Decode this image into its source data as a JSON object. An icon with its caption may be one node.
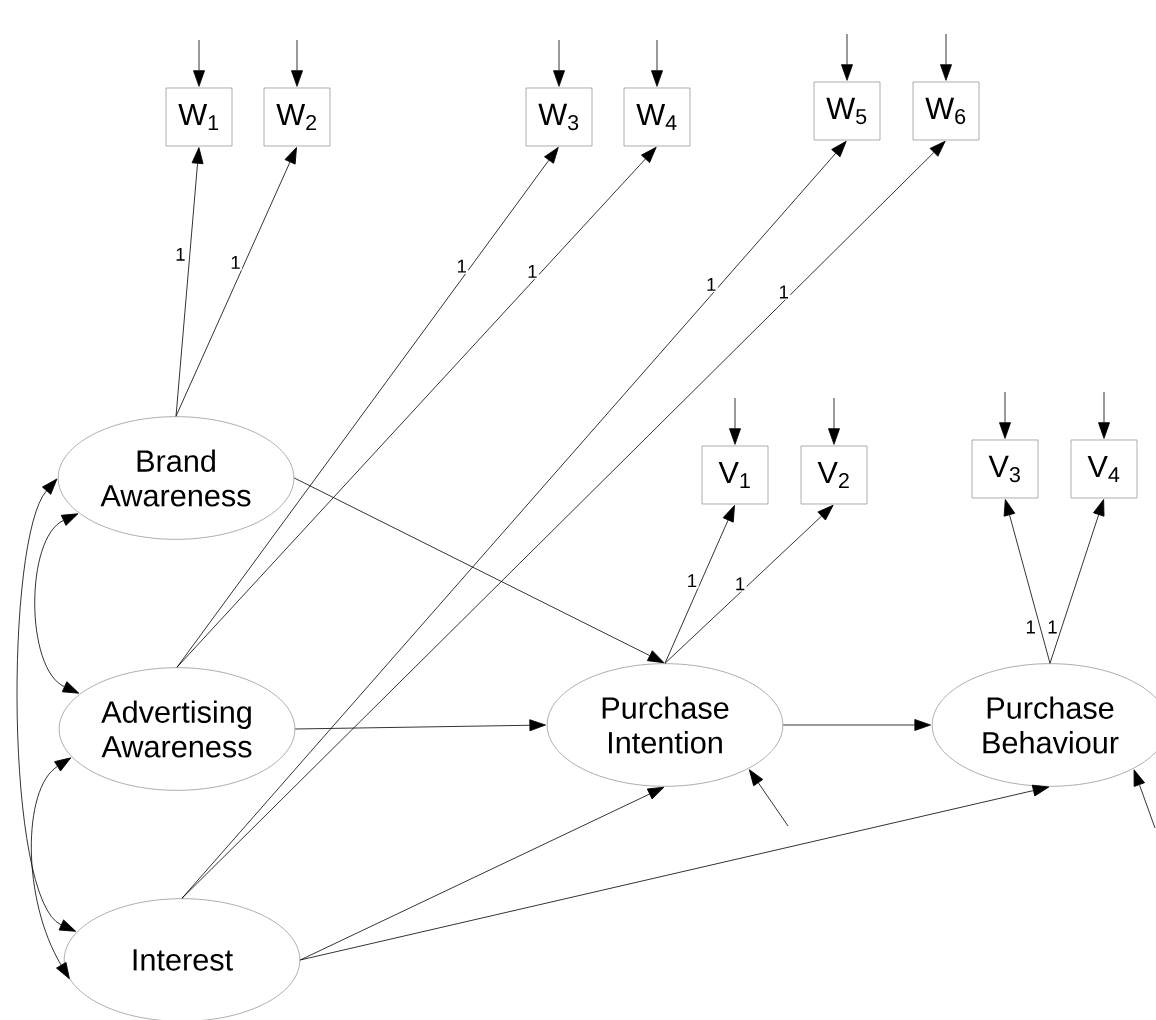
{
  "diagram": {
    "nodes": [
      {
        "text": [
          "W$_{1}$"
        ]
      },
      {
        "text": [
          "W$_{2}$"
        ]
      },
      {
        "text": [
          "W$_{3}$"
        ]
      },
      {
        "text": [
          "W$_{4}$"
        ]
      },
      {
        "text": [
          "W$_{5}$"
        ]
      },
      {
        "text": [
          "W$_{6}$"
        ]
      },
      {
        "text": [
          "V$_{1}$"
        ]
      },
      {
        "text": [
          "V$_{2}$"
        ]
      },
      {
        "text": [
          "V$_{3}$"
        ]
      },
      {
        "text": [
          "V$_{4}$"
        ]
      },
      {
        "text": [
          "Brand Awareness"
        ]
      },
      {
        "text": [
          "Advertising Awareness"
        ]
      },
      {
        "text": [
          "Purchase Intention"
        ]
      },
      {
        "text": [
          "Purchase Behaviour"
        ]
      },
      {
        "text": [
          "Interest"
        ]
      }
    ],
    "edges": [
      {
        "from": 10,
        "to": 0,
        "arrow": "to",
        "label": "1"
      },
      {
        "from": 10,
        "to": 1,
        "arrow": "to",
        "label": "1"
      },
      {
        "from": 11,
        "to": 2,
        "arrow": "to",
        "label": "1"
      },
      {
        "from": 11,
        "to": 3,
        "arrow": "to",
        "label": "1"
      },
      {
        "from": 14,
        "to": 4,
        "arrow": "to",
        "label": "1"
      },
      {
        "from": 14,
        "to": 5,
        "arrow": "to",
        "label": "1"
      },
      {
        "from": 12,
        "to": 6,
        "arrow": "to",
        "label": "1"
      },
      {
        "from": 12,
        "to": 7,
        "arrow": "to",
        "label": "1"
      },
      {
        "from": 13,
        "to": 8,
        "arrow": "to",
        "label": "1"
      },
      {
        "from": 13,
        "to": 9,
        "arrow": "to",
        "label": "1"
      },
      {
        "from": 10,
        "to": 12,
        "arrow": "to"
      },
      {
        "from": 11,
        "to": 12,
        "arrow": "to"
      },
      {
        "from": 12,
        "to": 13,
        "arrow": "to"
      },
      {
        "from": 14,
        "to": 12,
        "arrow": "to"
      },
      {
        "from": 14,
        "to": 13,
        "arrow": "to"
      },
      {
        "from": 10,
        "to": 11,
        "arrow": "both"
      },
      {
        "from": 10,
        "to": 14,
        "arrow": "both"
      },
      {
        "from": 11,
        "to": 14,
        "arrow": "both"
      },
      {
        "from": null,
        "to": 0,
        "arrow": "to"
      },
      {
        "from": null,
        "to": 1,
        "arrow": "to"
      },
      {
        "from": null,
        "to": 2,
        "arrow": "to"
      },
      {
        "from": null,
        "to": 3,
        "arrow": "to"
      },
      {
        "from": null,
        "to": 4,
        "arrow": "to"
      },
      {
        "from": null,
        "to": 5,
        "arrow": "to"
      },
      {
        "from": null,
        "to": 6,
        "arrow": "to"
      },
      {
        "from": null,
        "to": 7,
        "arrow": "to"
      },
      {
        "from": null,
        "to": 8,
        "arrow": "to"
      },
      {
        "from": null,
        "to": 9,
        "arrow": "to"
      },
      {
        "from": null,
        "to": 12,
        "arrow": "to"
      },
      {
        "from": null,
        "to": 13,
        "arrow": "to"
      }
    ]
  }
}
